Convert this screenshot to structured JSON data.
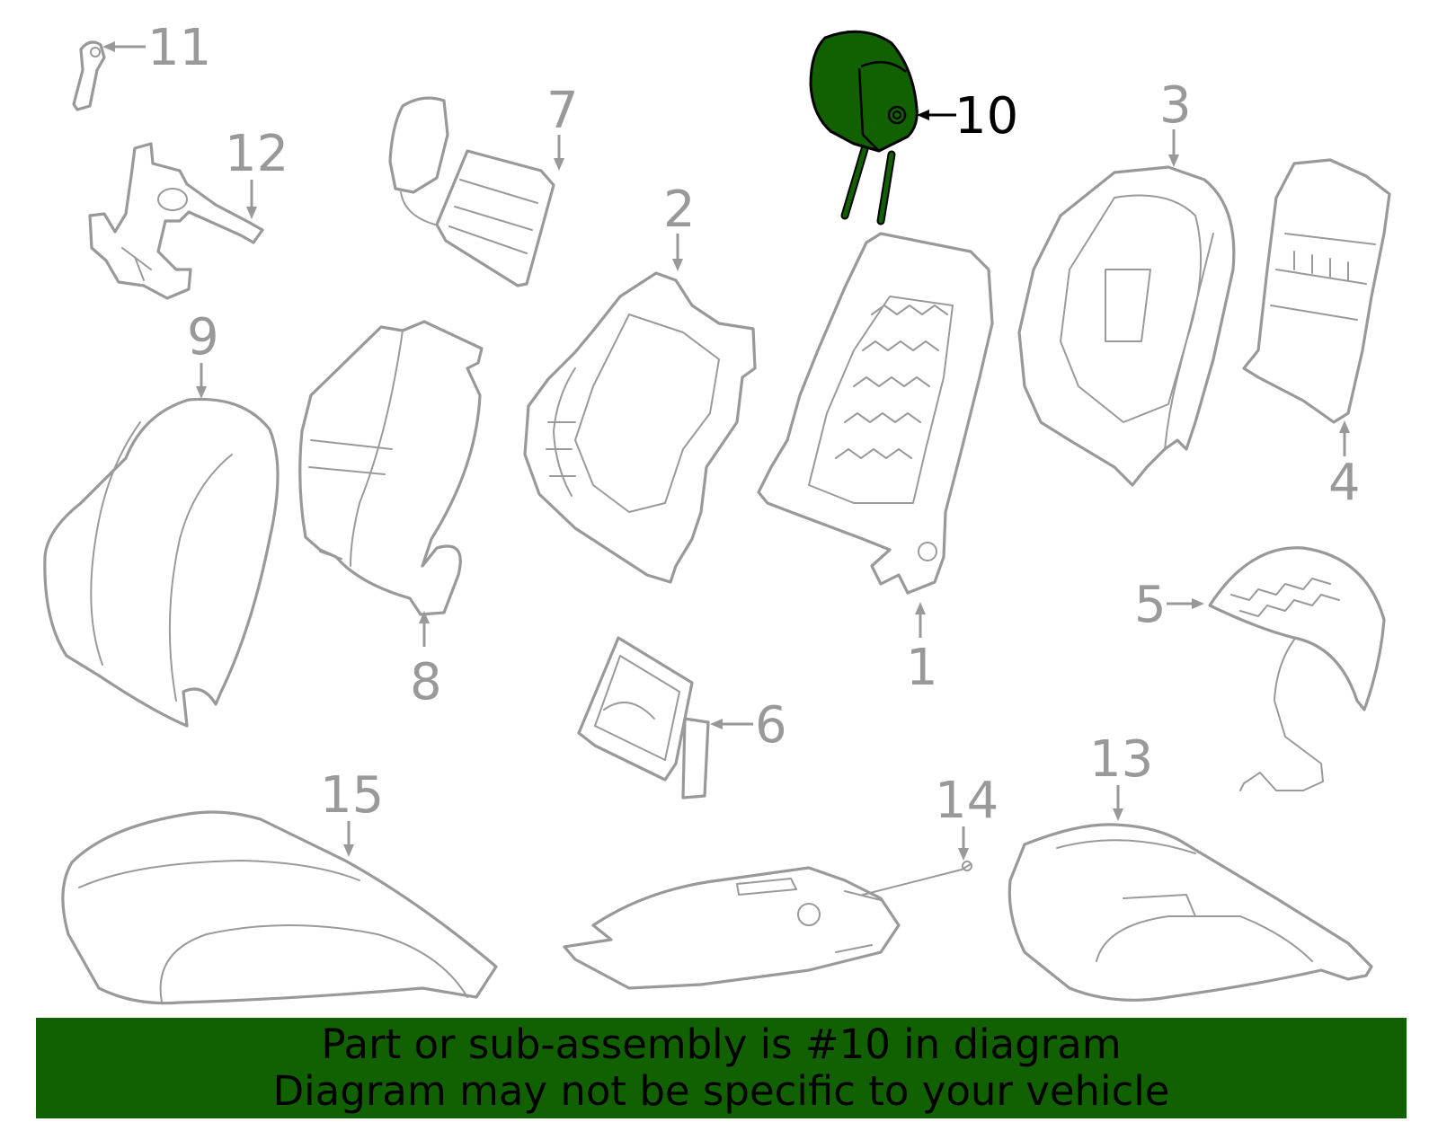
{
  "diagram": {
    "highlight_color": "#116100",
    "line_color": "#999999",
    "highlighted_part": "10",
    "callouts": [
      {
        "id": "1",
        "label": "1"
      },
      {
        "id": "2",
        "label": "2"
      },
      {
        "id": "3",
        "label": "3"
      },
      {
        "id": "4",
        "label": "4"
      },
      {
        "id": "5",
        "label": "5"
      },
      {
        "id": "6",
        "label": "6"
      },
      {
        "id": "7",
        "label": "7"
      },
      {
        "id": "8",
        "label": "8"
      },
      {
        "id": "9",
        "label": "9"
      },
      {
        "id": "10",
        "label": "10"
      },
      {
        "id": "11",
        "label": "11"
      },
      {
        "id": "12",
        "label": "12"
      },
      {
        "id": "13",
        "label": "13"
      },
      {
        "id": "14",
        "label": "14"
      },
      {
        "id": "15",
        "label": "15"
      }
    ]
  },
  "banner": {
    "background": "#116100",
    "line1": "Part or sub-assembly is #10 in diagram",
    "line2": "Diagram may not be specific to your vehicle"
  }
}
